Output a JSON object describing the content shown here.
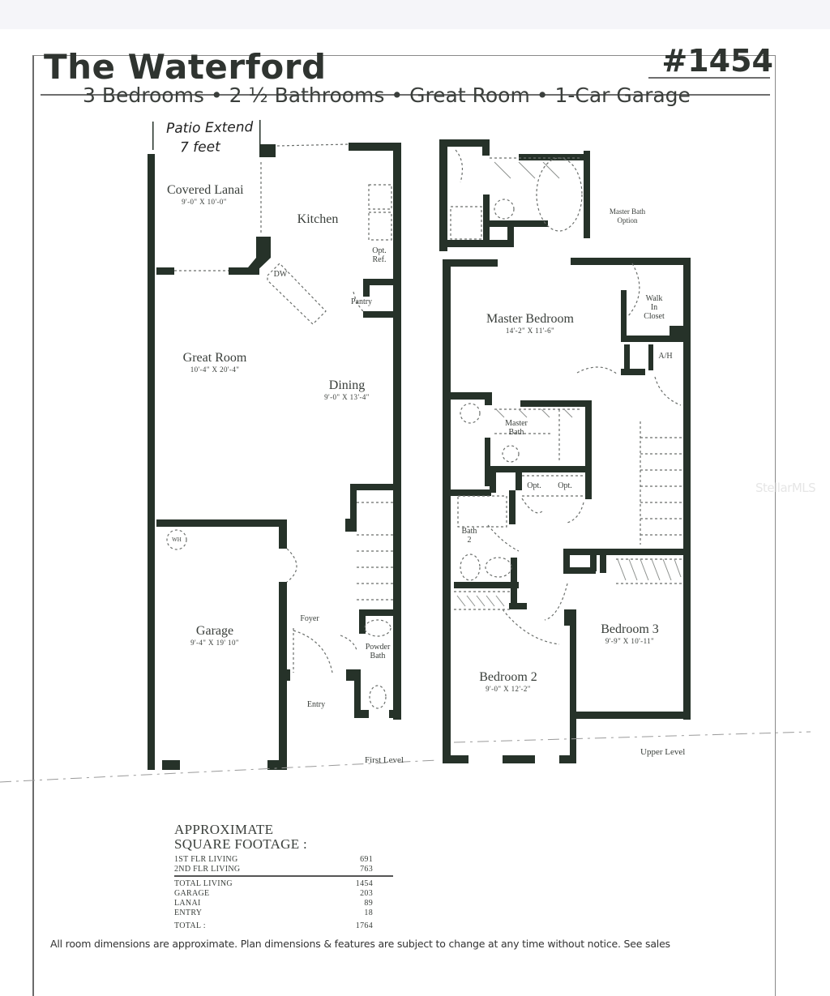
{
  "header": {
    "title": "The Waterford",
    "plan_number": "#1454",
    "subtitle": "3 Bedrooms • 2 ½ Bathrooms • Great Room • 1-Car Garage"
  },
  "annotation": {
    "line1": "Patio Extend",
    "line2": "7 feet"
  },
  "first_level": {
    "label": "First Level",
    "rooms": [
      {
        "name": "Covered Lanai",
        "dims": "9'-0\" X 10'-0\""
      },
      {
        "name": "Kitchen",
        "dims": ""
      },
      {
        "name": "Great Room",
        "dims": "10'-4\" X 20'-4\""
      },
      {
        "name": "Dining",
        "dims": "9'-0\" X 13'-4\""
      },
      {
        "name": "Garage",
        "dims": "9'-4\" X 19' 10\""
      },
      {
        "name": "Foyer",
        "dims": ""
      },
      {
        "name": "Powder Bath",
        "dims": ""
      },
      {
        "name": "Entry",
        "dims": ""
      }
    ],
    "fixtures": {
      "dw": "DW",
      "opt_ref_1": "Opt.",
      "opt_ref_2": "Ref.",
      "pantry": "Pantry",
      "water_heater": "WH"
    }
  },
  "upper_level": {
    "label": "Upper Level",
    "master_bath_option_1": "Master Bath",
    "master_bath_option_2": "Option",
    "rooms": [
      {
        "name": "Master Bedroom",
        "dims": "14'-2\" X 11'-6\""
      },
      {
        "name": "Walk In Closet",
        "dims": ""
      },
      {
        "name": "A/H",
        "dims": ""
      },
      {
        "name": "Master Bath",
        "dims": ""
      },
      {
        "name": "Bath 2",
        "dims": ""
      },
      {
        "name": "Bedroom 3",
        "dims": "9'-9\" X 10'-11\""
      },
      {
        "name": "Bedroom 2",
        "dims": "9'-0\" X 12'-2\""
      }
    ],
    "opt_1": "Opt.",
    "opt_2": "Opt.",
    "walk_1": "Walk",
    "walk_2": "In",
    "walk_3": "Closet",
    "mbath_1": "Master",
    "mbath_2": "Bath",
    "bath2_1": "Bath",
    "bath2_2": "2"
  },
  "square_footage": {
    "title_line1": "APPROXIMATE",
    "title_line2": "SQUARE FOOTAGE :",
    "rows": [
      {
        "label": "1ST FLR LIVING",
        "value": "691"
      },
      {
        "label": "2ND FLR LIVING",
        "value": "763"
      },
      {
        "label": "TOTAL LIVING",
        "value": "1454"
      },
      {
        "label": "GARAGE",
        "value": "203"
      },
      {
        "label": "LANAI",
        "value": "89"
      },
      {
        "label": "ENTRY",
        "value": "18"
      },
      {
        "label": "TOTAL :",
        "value": "1764"
      }
    ]
  },
  "footer": {
    "disclaimer": "All room dimensions are approximate.  Plan dimensions & features are subject to change at any time without notice.  See sales"
  },
  "watermark": "StellarMLS",
  "colors": {
    "wall": "#263229",
    "text": "#3a3f3b",
    "background": "#ffffff"
  }
}
